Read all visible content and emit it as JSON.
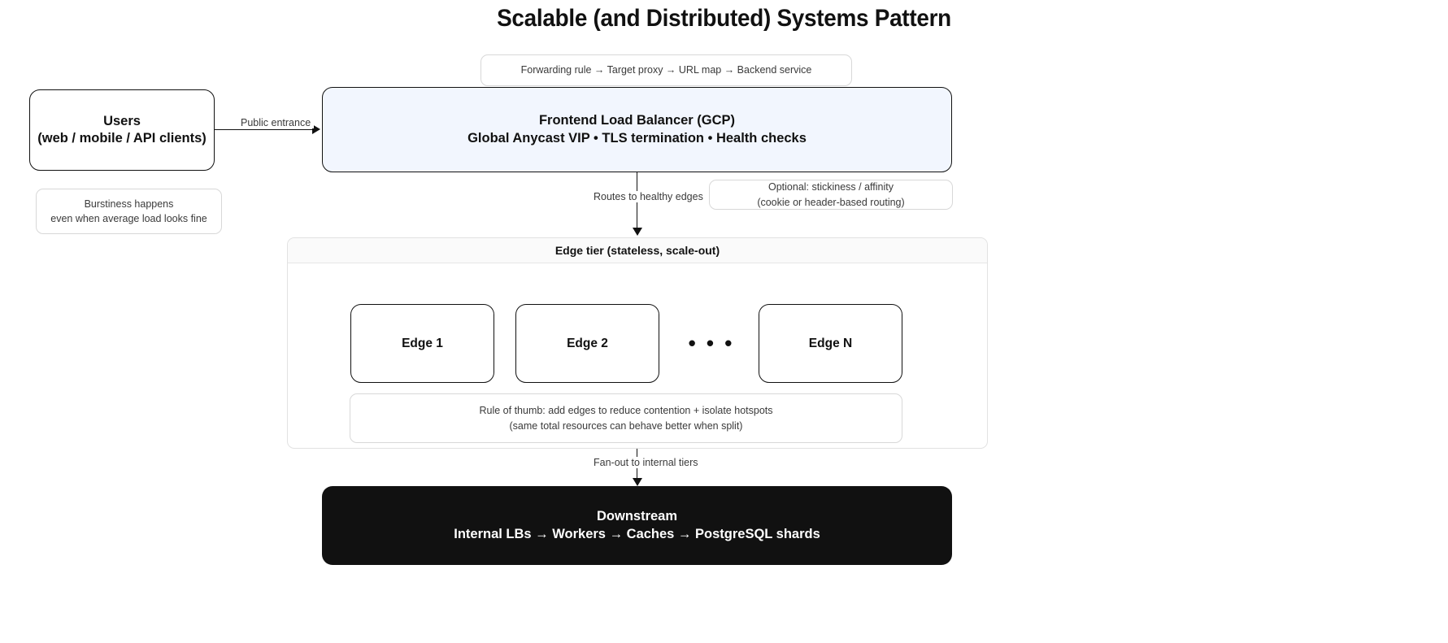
{
  "page": {
    "title": "Scalable (and Distributed) Systems Pattern",
    "background": "#ffffff",
    "accent_lb_fill": "#f2f6fe",
    "downstream_fill": "#111111",
    "tier_header_fill": "#fafafa",
    "stroke": "#111111",
    "note_border": "#d8d8d8"
  },
  "nodes": {
    "users": {
      "line1": "Users",
      "line2": "(web / mobile / API clients)"
    },
    "load_balancer": {
      "line1": "Frontend Load Balancer (GCP)",
      "line2": "Global Anycast VIP • TLS termination • Health checks"
    },
    "edge_tier": {
      "header": "Edge tier (stateless, scale-out)",
      "edges": [
        {
          "label": "Edge 1"
        },
        {
          "label": "Edge 2"
        },
        {
          "label": "Edge N"
        }
      ],
      "ellipsis": "• • •"
    },
    "downstream": {
      "line1": "Downstream",
      "line2": "Internal LBs → Workers → Caches → PostgreSQL shards"
    }
  },
  "notes": {
    "forwarding": {
      "line1": "Forwarding rule → Target proxy → URL map → Backend service"
    },
    "burstiness": {
      "line1": "Burstiness happens",
      "line2": "even when average load looks fine"
    },
    "stickiness": {
      "line1": "Optional: stickiness / affinity",
      "line2": "(cookie or header-based routing)"
    },
    "rule_of_thumb": {
      "line1": "Rule of thumb: add edges to reduce contention + isolate hotspots",
      "line2": "(same total resources can behave better when split)"
    }
  },
  "connectors": {
    "users_to_lb": "Public entrance",
    "lb_to_edge": "Routes to healthy edges",
    "edge_to_downstream": "Fan-out to internal tiers"
  }
}
